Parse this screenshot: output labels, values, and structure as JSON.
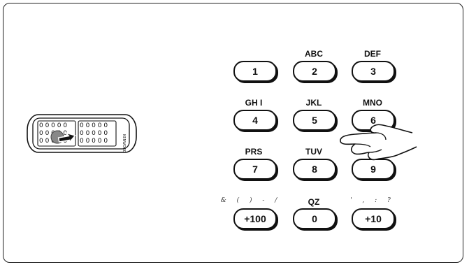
{
  "diagram": {
    "remote": {
      "icon": "remote-control-icon",
      "brand_text": "KENWOOD"
    },
    "hand": {
      "icon": "pointing-hand-icon"
    },
    "keys": [
      {
        "id": "key-1",
        "number": "1",
        "label": ""
      },
      {
        "id": "key-2",
        "number": "2",
        "label": "ABC"
      },
      {
        "id": "key-3",
        "number": "3",
        "label": "DEF"
      },
      {
        "id": "key-4",
        "number": "4",
        "label": "GH I"
      },
      {
        "id": "key-5",
        "number": "5",
        "label": "JKL"
      },
      {
        "id": "key-6",
        "number": "6",
        "label": "MNO"
      },
      {
        "id": "key-7",
        "number": "7",
        "label": "PRS"
      },
      {
        "id": "key-8",
        "number": "8",
        "label": "TUV"
      },
      {
        "id": "key-9",
        "number": "9",
        "label": ""
      },
      {
        "id": "key-plus100",
        "number": "+100",
        "label": "& ( ) - /"
      },
      {
        "id": "key-0",
        "number": "0",
        "label": "QZ"
      },
      {
        "id": "key-plus10",
        "number": "+10",
        "label": "' , : ?"
      }
    ]
  }
}
